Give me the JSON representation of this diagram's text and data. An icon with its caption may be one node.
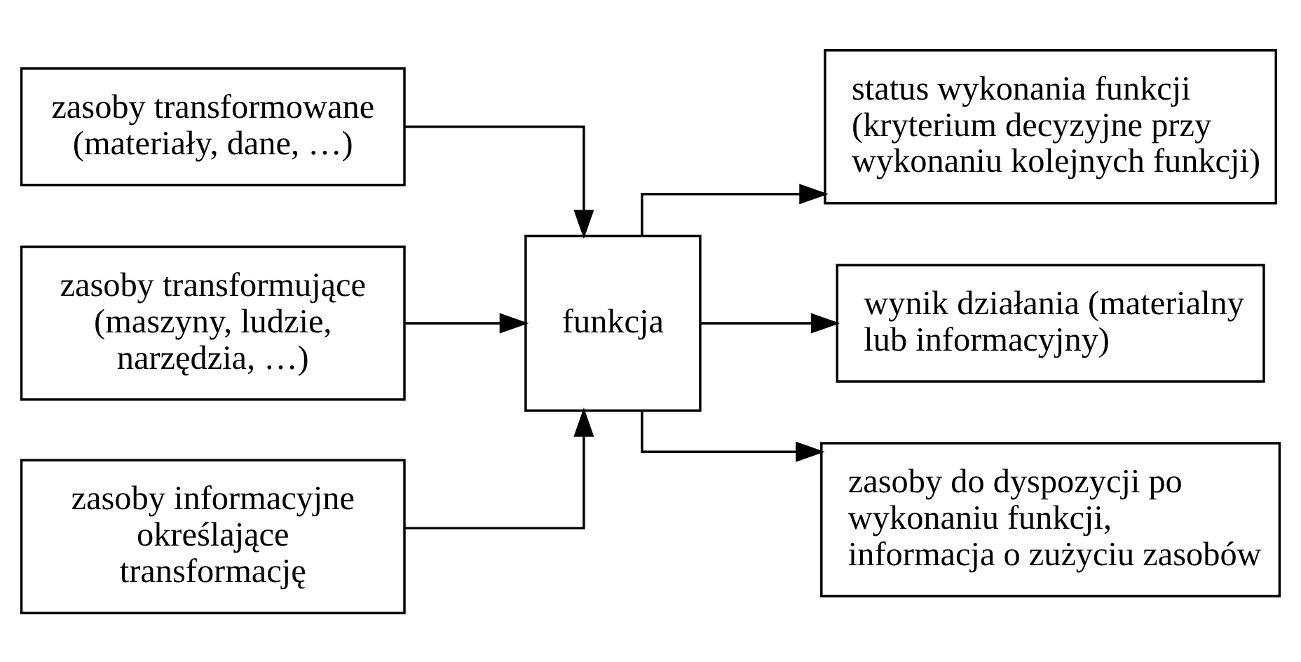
{
  "diagram": {
    "nodes": [
      {
        "text": [
          "zasoby transformowane (materiały, dane, …)"
        ]
      },
      {
        "text": [
          "zasoby transformujące (maszyny, ludzie, narzędzia, …)"
        ]
      },
      {
        "text": [
          "zasoby informacyjne określające transformację"
        ]
      },
      {
        "text": [
          "funkcja"
        ]
      },
      {
        "text": [
          "status wykonania funkcji (kryterium decyzyjne przy wykonaniu kolejnych funkcji)"
        ]
      },
      {
        "text": [
          "wynik działania (materialny lub informacyjny)"
        ]
      },
      {
        "text": [
          "zasoby do dyspozycji po wykonaniu funkcji, informacja o zużyciu zasobów"
        ]
      }
    ],
    "edges": [
      {
        "from": 0,
        "to": 3,
        "arrow": "to"
      },
      {
        "from": 1,
        "to": 3,
        "arrow": "to"
      },
      {
        "from": 2,
        "to": 3,
        "arrow": "to"
      },
      {
        "from": 3,
        "to": 4,
        "arrow": "to"
      },
      {
        "from": 3,
        "to": 5,
        "arrow": "to"
      },
      {
        "from": 3,
        "to": 6,
        "arrow": "to"
      }
    ]
  }
}
